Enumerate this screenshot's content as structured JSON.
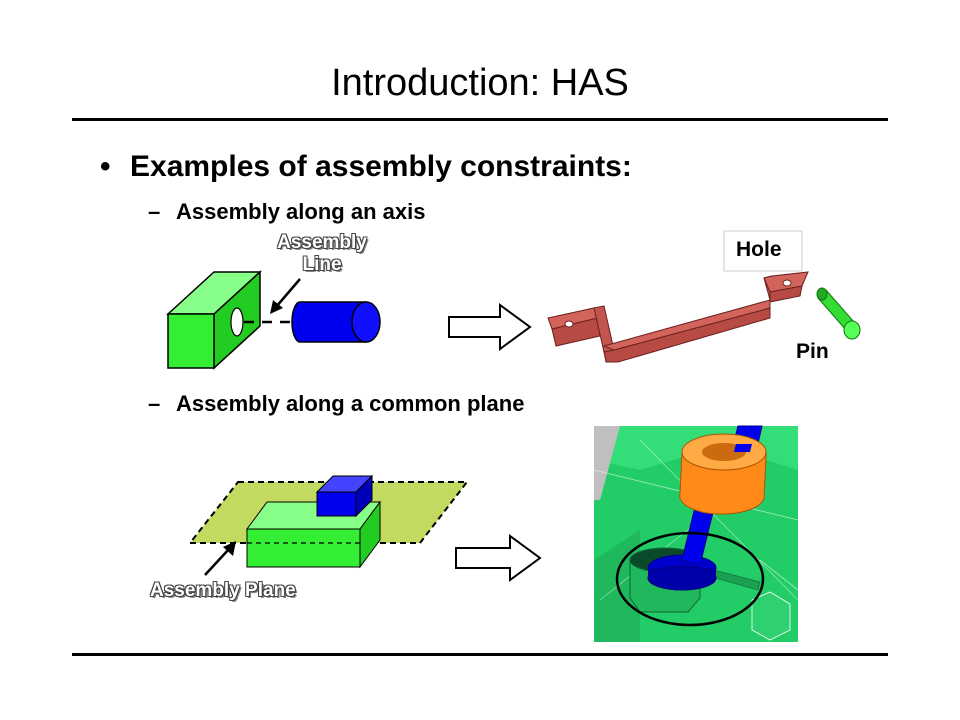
{
  "slide": {
    "title": "Introduction: HAS",
    "bullet_marker": "•",
    "bullet_text": "Examples of assembly constraints:",
    "sub_marker": "–",
    "sub1": "Assembly along an axis",
    "sub2": "Assembly along a common plane"
  },
  "figure_axis": {
    "label_line1": "Assembly",
    "label_line2": "Line",
    "hole_label": "Hole",
    "pin_label": "Pin"
  },
  "figure_plane": {
    "label": "Assembly Plane"
  },
  "colors": {
    "green": "#33ee33",
    "blue": "#0000ee",
    "plate": "#b8d444",
    "bracket": "#c4544e",
    "orange": "#ff8a1a",
    "cad_green": "#22cc66"
  },
  "icons": [
    "arrow-right-icon",
    "arrow-right-icon"
  ]
}
